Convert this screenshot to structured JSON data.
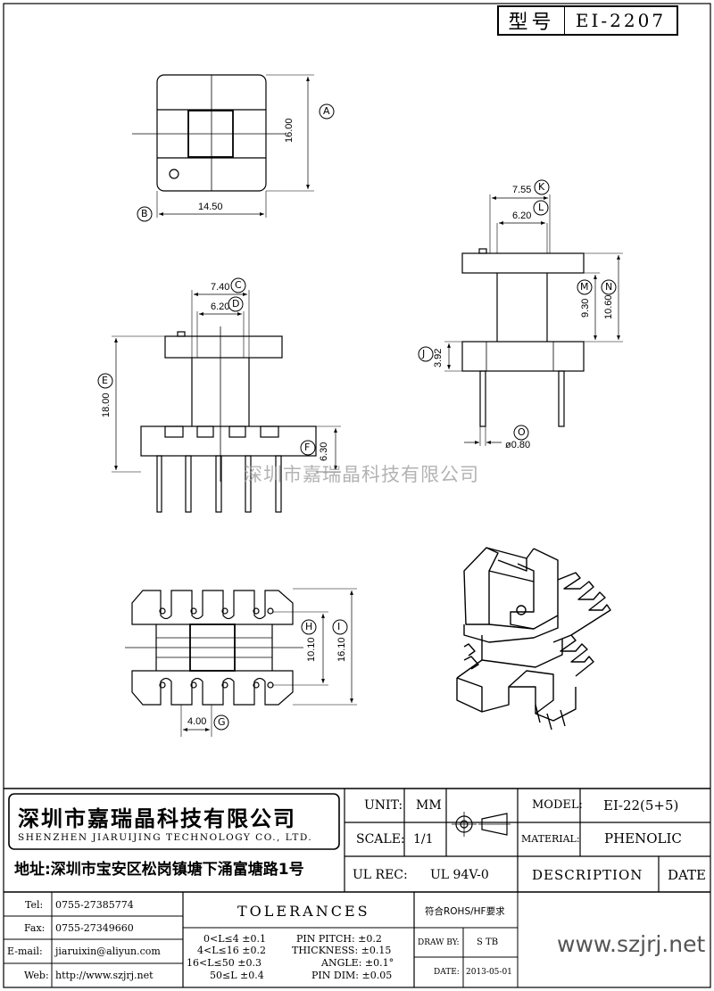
{
  "model_header": {
    "label": "型号",
    "value": "EI-2207"
  },
  "watermark": "深圳市嘉瑞晶科技有限公司",
  "dimensions": {
    "top_width": "14.50",
    "top_height": "16.00",
    "front_outer": "7.40",
    "front_inner": "6.20",
    "front_height": "18.00",
    "front_base": "6.30",
    "side_outer": "7.55",
    "side_inner": "6.20",
    "side_h1": "9.30",
    "side_h2": "10.60",
    "side_base": "3.92",
    "pin_dia": "ø0.80",
    "bottom_inner": "10.10",
    "bottom_outer": "16.10",
    "pin_pitch": "4.00"
  },
  "callouts": {
    "A": "A",
    "B": "B",
    "C": "C",
    "D": "D",
    "E": "E",
    "F": "F",
    "G": "G",
    "H": "H",
    "I": "I",
    "J": "J",
    "K": "K",
    "L": "L",
    "M": "M",
    "N": "N",
    "O": "O"
  },
  "company": {
    "name_cn": "深圳市嘉瑞晶科技有限公司",
    "name_en": "SHENZHEN JIARUIJING TECHNOLOGY CO., LTD.",
    "address": "地址:深圳市宝安区松岗镇塘下涌富塘路1号"
  },
  "title_block": {
    "unit_label": "UNIT:",
    "unit_value": "MM",
    "scale_label": "SCALE:",
    "scale_value": "1/1",
    "ul_rec_label": "UL REC:",
    "ul_rec_value": "UL 94V-0",
    "model_label": "MODEL:",
    "model_value": "EI-22(5+5)",
    "material_label": "MATERIAL:",
    "material_value": "PHENOLIC",
    "description_label": "DESCRIPTION",
    "date_label": "DATE",
    "rohs": "符合ROHS/HF要求",
    "draw_by_label": "DRAW BY:",
    "draw_by_value": "S TB",
    "date_field_label": "DATE:",
    "date_value": "2013-05-01",
    "website_big": "www.szjrj.net"
  },
  "contacts": [
    {
      "label": "Tel:",
      "value": "0755-27385774"
    },
    {
      "label": "Fax:",
      "value": "0755-27349660"
    },
    {
      "label": "E-mail:",
      "value": "jiaruixin@aliyun.com"
    },
    {
      "label": "Web:",
      "value": "http://www.szjrj.net"
    }
  ],
  "tolerances": {
    "title": "TOLERANCES",
    "ranges": [
      "0<L≤4  ±0.1",
      "4<L≤16  ±0.2",
      "16<L≤50  ±0.3",
      "50≤L  ±0.4"
    ],
    "specs": [
      "PIN PITCH: ±0.2",
      "THICKNESS: ±0.15",
      "ANGLE: ±0.1°",
      "PIN DIM: ±0.05"
    ]
  }
}
